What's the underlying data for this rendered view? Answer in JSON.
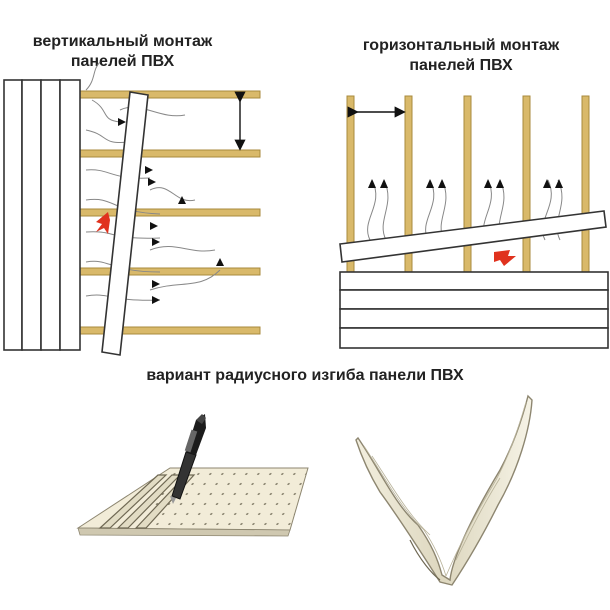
{
  "labels": {
    "vertical_title_line1": "вертикальный монтаж",
    "vertical_title_line2": "панелей ПВХ",
    "horizontal_title_line1": "горизонтальный монтаж",
    "horizontal_title_line2": "панелей ПВХ",
    "bend_title": "вариант радиусного изгиба панели ПВХ"
  },
  "colors": {
    "wood": "#d9b96a",
    "wood_edge": "#a88a3c",
    "panel_stroke": "#333333",
    "panel_fill": "#ffffff",
    "arrow_red": "#e0321e",
    "arrow_black": "#111111",
    "bent_panel": "#e9e4cf",
    "bent_panel_dark": "#b9b39a"
  },
  "icons": {
    "knife": "utility-knife-icon",
    "red_arrow": "insert-arrow-icon",
    "air_arrow": "airflow-arrow-icon"
  }
}
